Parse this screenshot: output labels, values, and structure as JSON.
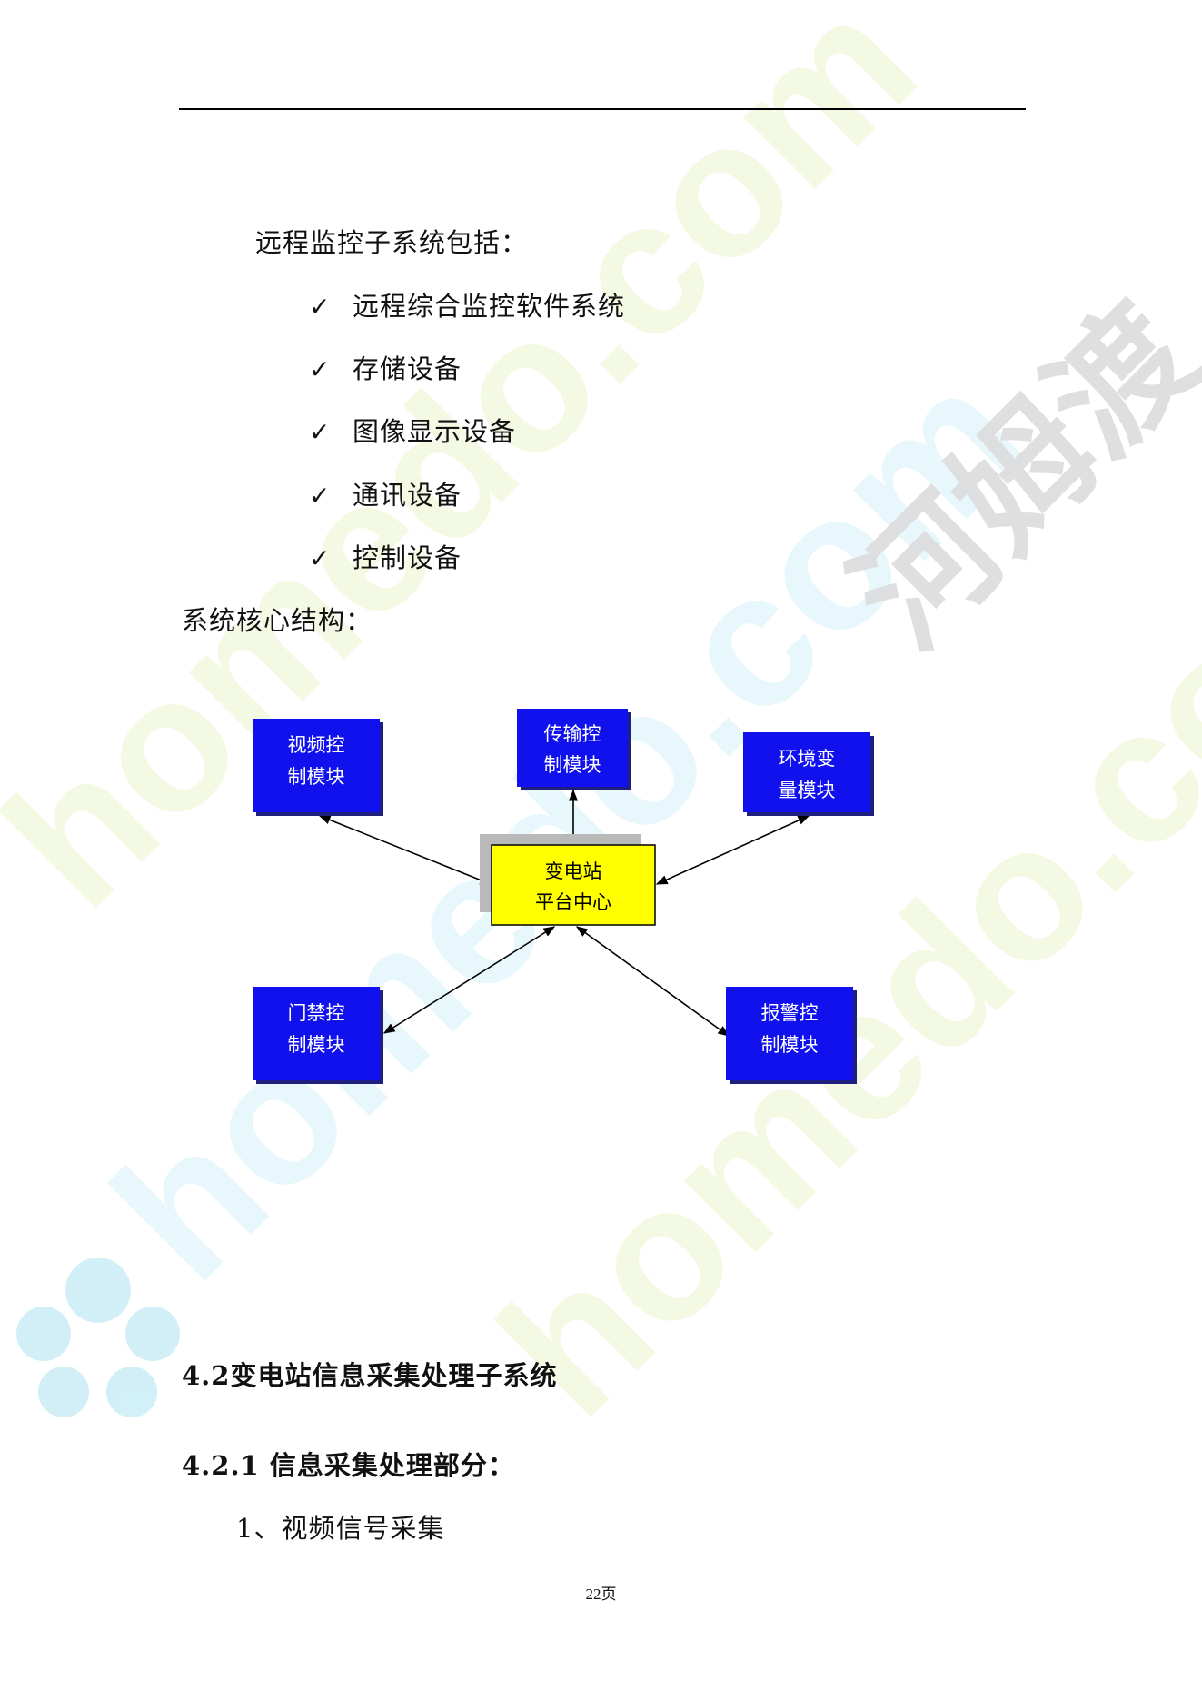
{
  "intro": "远程监控子系统包括：",
  "checklist": [
    "远程综合监控软件系统",
    "存储设备",
    "图像显示设备",
    "通讯设备",
    "控制设备"
  ],
  "structure_label": "系统核心结构：",
  "diagram": {
    "center": [
      "变电站",
      "平台中心"
    ],
    "video": [
      "视频控",
      "制模块"
    ],
    "transmit": [
      "传输控",
      "制模块"
    ],
    "env": [
      "环境变",
      "量模块"
    ],
    "door": [
      "门禁控",
      "制模块"
    ],
    "alarm": [
      "报警控",
      "制模块"
    ]
  },
  "section_heading": "4.2变电站信息采集处理子系统",
  "subsection_heading": "4.2.1 信息采集处理部分：",
  "item_1": "1、视频信号采集",
  "page_number": "22页",
  "watermark": {
    "latin": "homedo.com",
    "cjk": "河姆渡"
  },
  "colors": {
    "module_box": "#1111ee",
    "center_box": "#ffff00",
    "center_shadow": "#b9b9b9"
  }
}
